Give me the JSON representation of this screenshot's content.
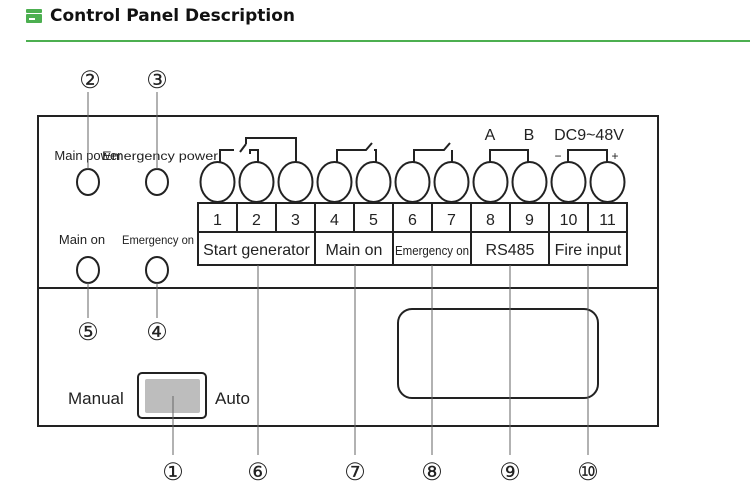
{
  "header": {
    "title": "Control Panel Description",
    "accent": "#4caf50",
    "icon": "panel-icon"
  },
  "leds": [
    {
      "label": "Main power",
      "callout": "②"
    },
    {
      "label": "Emergency power",
      "callout": "③"
    },
    {
      "label": "Main on",
      "callout": "⑤"
    },
    {
      "label": "Emergency on",
      "callout": "④"
    }
  ],
  "terminals": {
    "numbers": [
      "1",
      "2",
      "3",
      "4",
      "5",
      "6",
      "7",
      "8",
      "9",
      "10",
      "11"
    ],
    "groups": [
      {
        "label": "Start generator",
        "callout": "⑥"
      },
      {
        "label": "Main on",
        "callout": "⑦"
      },
      {
        "label": "Emergency on",
        "callout": "⑧"
      },
      {
        "label": "RS485",
        "callout": "⑨"
      },
      {
        "label": "Fire input",
        "callout": "⑩"
      }
    ],
    "rs485_a": "A",
    "rs485_b": "B",
    "power": "DC9~48V",
    "minus": "−",
    "plus": "+"
  },
  "switch": {
    "left": "Manual",
    "right": "Auto",
    "callout": "①"
  }
}
